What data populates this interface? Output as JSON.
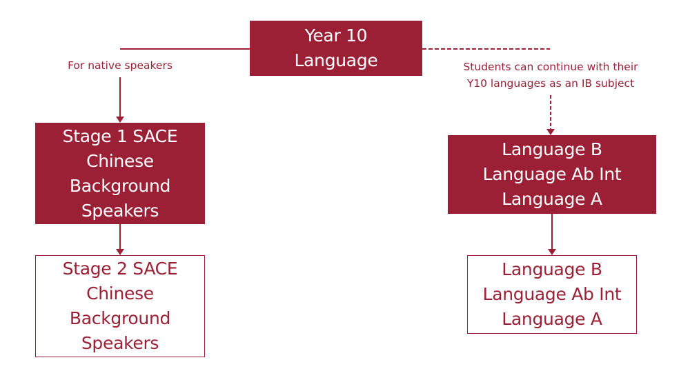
{
  "colors": {
    "primary": "#9b2035",
    "text_on_primary": "#ffffff",
    "background": "#ffffff"
  },
  "diagram": {
    "root": {
      "lines": [
        "Year 10",
        "Language"
      ],
      "style": "filled"
    },
    "left_branch": {
      "edge_label": "For native speakers",
      "edge_style": "solid",
      "stage1": {
        "lines": [
          "Stage 1 SACE",
          "Chinese",
          "Background",
          "Speakers"
        ],
        "style": "filled"
      },
      "stage2": {
        "lines": [
          "Stage 2 SACE",
          "Chinese",
          "Background",
          "Speakers"
        ],
        "style": "outlined"
      }
    },
    "right_branch": {
      "edge_label_lines": [
        "Students can continue with their",
        "Y10 languages as an IB subject"
      ],
      "edge_style": "dashed",
      "level1": {
        "lines": [
          "Language B",
          "Language Ab Int",
          "Language A"
        ],
        "style": "filled"
      },
      "level2": {
        "lines": [
          "Language B",
          "Language Ab Int",
          "Language A"
        ],
        "style": "outlined"
      }
    }
  }
}
